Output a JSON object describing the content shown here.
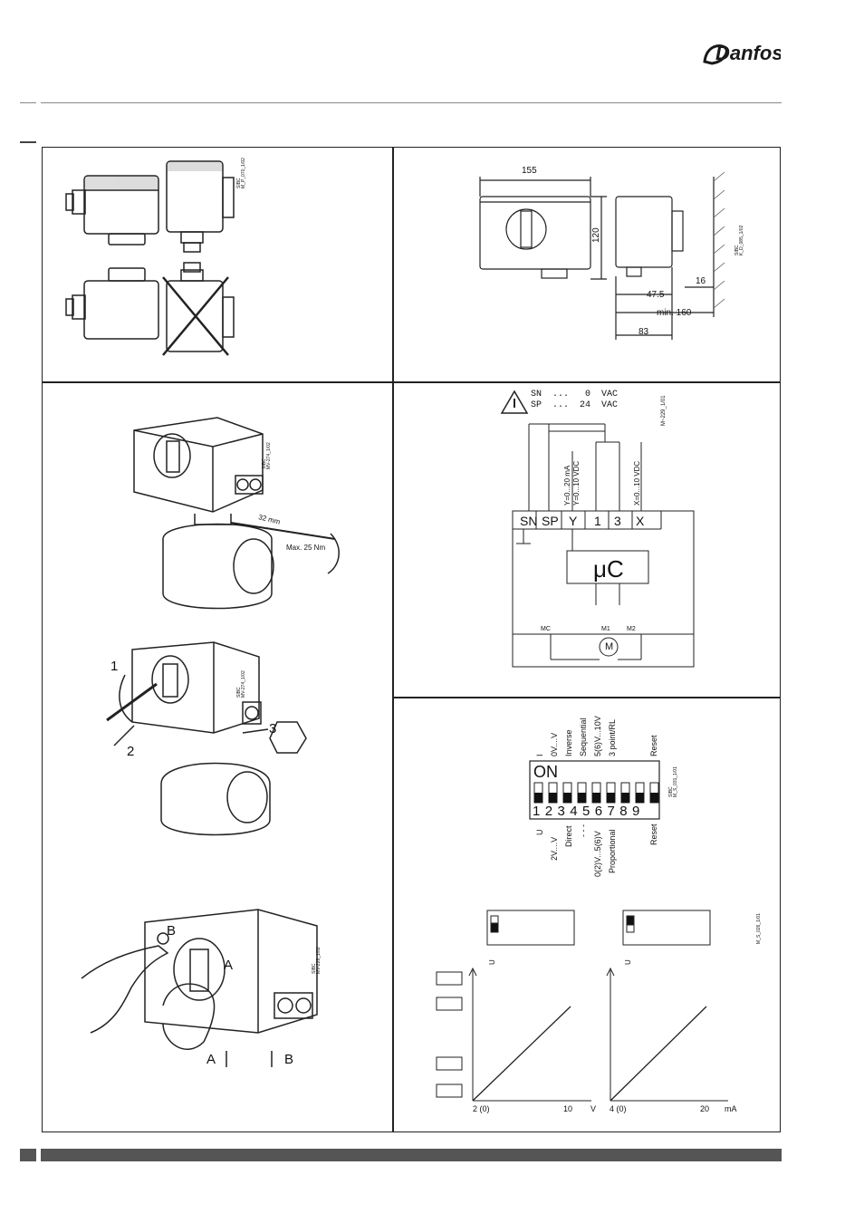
{
  "brand": {
    "name": "Danfoss",
    "color": "#1a1a1a"
  },
  "mounting": {
    "code": "SIBC\nM_P_070_1/02"
  },
  "dimensions": {
    "width": "155",
    "height": "120",
    "wall_gap": "16",
    "offset": "47.5",
    "min_clearance": "min. 160",
    "depth": "83",
    "code": "SIBC\nK_D_085_1/02"
  },
  "wiring": {
    "sn": "SN  ...   0  VAC",
    "sp": "SP  ...  24  VAC",
    "code": "M~229_1/01",
    "y_signal": "Y=0...20 mA",
    "y_signal2": "Y=0...10 VDC",
    "x_signal": "X=0...10 VDC",
    "terminals": [
      "SN",
      "SP",
      "Y",
      "1",
      "3",
      "X"
    ],
    "mcu": "μC",
    "motor_terms": [
      "MC",
      "M1",
      "M2"
    ],
    "motor": "M"
  },
  "install": {
    "wrench": "32 mm",
    "torque": "Max. 25 Nm",
    "code": "SIBC\nMV-274_1/02"
  },
  "removal": {
    "steps": [
      "1",
      "2",
      "3"
    ],
    "code": "SIBC\nMV-274_1/02"
  },
  "manual": {
    "a_label": "A",
    "b_label": "B",
    "code": "SIBC\nMV-228_1/02"
  },
  "dip": {
    "on_label": "ON",
    "top_labels": [
      "I",
      "0V....V",
      "Inverse",
      "Sequential",
      "5(6)V...10V",
      "3 point/RL",
      "",
      "",
      "Reset"
    ],
    "bottom_labels": [
      "U",
      "2V....V",
      "Direct",
      "- - -",
      "0(2)V...5(6)V",
      "Proportional",
      "",
      "",
      "Reset"
    ],
    "numbers": [
      "1",
      "2",
      "3",
      "4",
      "5",
      "6",
      "7",
      "8",
      "9"
    ],
    "code": "SIBC\nM_S_031_1/01"
  },
  "graphs": {
    "code": "M_S_026_1/01",
    "left": {
      "x_start": "2 (0)",
      "x_end": "10",
      "x_unit": "V",
      "side_mark": "U"
    },
    "right": {
      "x_start": "4 (0)",
      "x_end": "20",
      "x_unit": "mA",
      "side_mark": "U"
    }
  }
}
